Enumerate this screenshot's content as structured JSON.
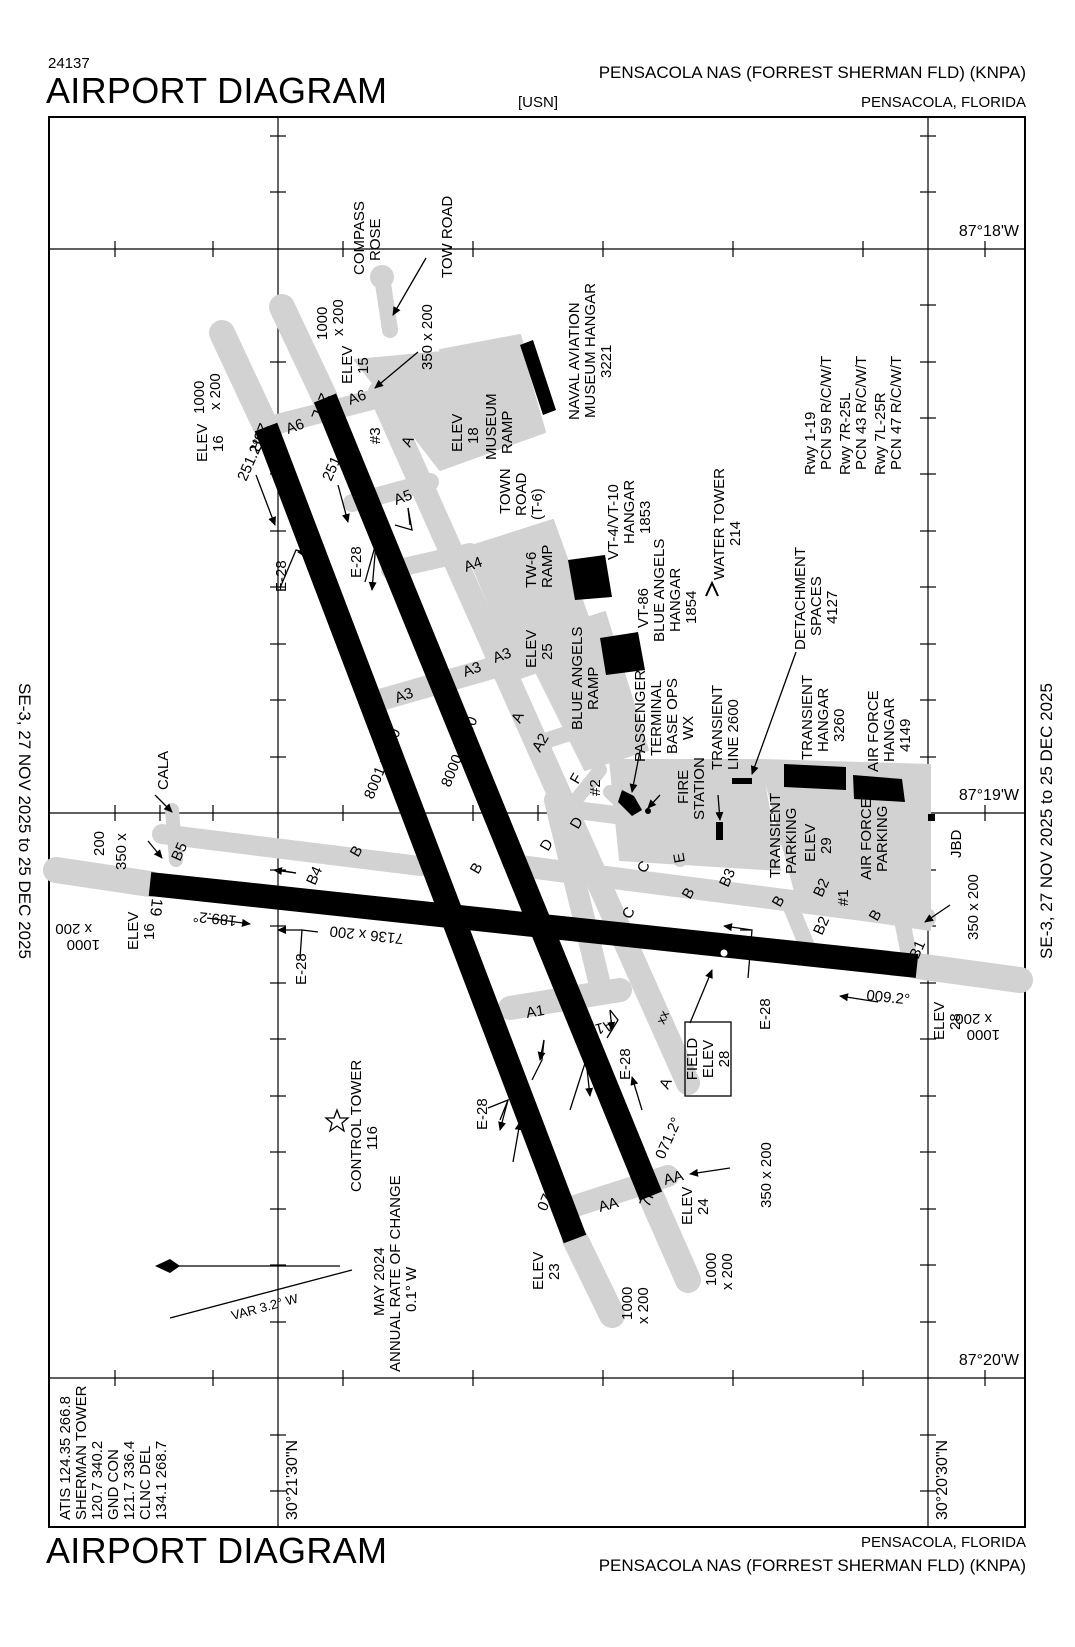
{
  "header": {
    "chart_number": "24137",
    "title": "AIRPORT DIAGRAM",
    "airport_name": "PENSACOLA NAS (FORREST SHERMAN FLD)  (KNPA)",
    "operator": "[USN]",
    "city": "PENSACOLA, FLORIDA"
  },
  "footer": {
    "title": "AIRPORT DIAGRAM",
    "city": "PENSACOLA, FLORIDA",
    "airport_name": "PENSACOLA NAS (FORREST SHERMAN FLD)  (KNPA)"
  },
  "side_labels": {
    "left": "SE-3,  27 NOV 2025  to  25 DEC 2025",
    "right": "SE-3,  27 NOV 2025  to  25 DEC 2025"
  },
  "coordinates": {
    "lon_top": "87°18'W",
    "lon_mid": "87°19'W",
    "lon_bot": "87°20'W",
    "lat_left": "30°21'30\"N",
    "lat_right": "30°20'30\"N"
  },
  "frequencies": [
    "ATIS  124.35  266.8",
    "SHERMAN TOWER",
    "120.7  340.2",
    "GND CON",
    "121.7  336.4",
    "CLNC DEL",
    "134.1  268.7"
  ],
  "pcn": [
    "Rwy 1-19",
    "PCN 59 R/C/W/T",
    "Rwy 7R-25L",
    "PCN 43 R/C/W/T",
    "Rwy 7L-25R",
    "PCN 47 R/C/W/T"
  ],
  "runways": {
    "rw_7l_25r": {
      "dims": "8001 x 200",
      "end_a": "7L",
      "end_b": "25R",
      "hdg_a": "071.2°",
      "hdg_b": "251.2°",
      "elev_a": [
        "ELEV",
        "23"
      ],
      "elev_b": [
        "ELEV",
        "16"
      ]
    },
    "rw_7r_25l": {
      "dims": "8000 x 200",
      "end_a": "7R",
      "end_b": "25L",
      "hdg_a": "071.2°",
      "hdg_b": "251.2°",
      "elev_a": [
        "ELEV",
        "24"
      ],
      "elev_b": [
        "ELEV",
        "15"
      ]
    },
    "rw_1_19": {
      "dims": "7136 x 200",
      "end_a": "1",
      "end_b": "19",
      "hdg_a": "009.2°",
      "hdg_b": "189.2°",
      "elev_a": [
        "ELEV",
        "28"
      ],
      "elev_b": [
        "ELEV",
        "16"
      ]
    }
  },
  "overruns": {
    "or_25r": [
      "1000",
      "x 200"
    ],
    "or_25l": [
      "1000",
      "x 200"
    ],
    "or_7l": [
      "1000",
      "x 200"
    ],
    "or_7r": [
      "1000",
      "x 200"
    ],
    "or_19": [
      "1000",
      "x 200"
    ],
    "or_1": [
      "1000",
      "x 200"
    ]
  },
  "labels": {
    "compass_rose": [
      "COMPASS",
      "ROSE"
    ],
    "tow_road": "TOW ROAD",
    "dim_350_top": "350 x 200",
    "dim_350_left": "350 x",
    "dim_200_left": "200",
    "dim_350_right": "350 x 200",
    "dim_350_bottom": "350 x 200",
    "cala": "CALA",
    "jbd": "JBD",
    "museum_ramp": [
      "ELEV",
      "18",
      "MUSEUM",
      "RAMP"
    ],
    "museum_hangar": [
      "NAVAL AVIATION",
      "MUSEUM HANGAR",
      "3221"
    ],
    "town_road": [
      "TOWN",
      "ROAD",
      "(T-6)"
    ],
    "tw6_ramp": [
      "TW-6",
      "RAMP"
    ],
    "vt4_hangar": [
      "VT-4/VT-10",
      "HANGAR",
      "1853"
    ],
    "water_tower": [
      "WATER TOWER",
      "214"
    ],
    "vt86_hangar": [
      "VT-86",
      "BLUE ANGELS",
      "HANGAR",
      "1854"
    ],
    "elev25": [
      "ELEV",
      "25"
    ],
    "blue_angels_ramp": [
      "BLUE ANGELS",
      "RAMP"
    ],
    "passenger_terminal": [
      "PASSENGER",
      "TERMINAL",
      "BASE OPS",
      "WX"
    ],
    "fire_station": [
      "FIRE",
      "STATION"
    ],
    "transient_line": [
      "TRANSIENT",
      "LINE 2600"
    ],
    "detachment": [
      "DETACHMENT",
      "SPACES",
      "4127"
    ],
    "transient_hangar": [
      "TRANSIENT",
      "HANGAR",
      "3260"
    ],
    "af_hangar": [
      "AIR FORCE",
      "HANGAR",
      "4149"
    ],
    "transient_parking": [
      "TRANSIENT",
      "PARKING"
    ],
    "elev29": [
      "ELEV",
      "29"
    ],
    "af_parking": [
      "AIR FORCE",
      "PARKING"
    ],
    "num1": "#1",
    "num2": "#2",
    "num3": "#3",
    "field_elev": [
      "FIELD",
      "ELEV",
      "28"
    ],
    "control_tower": [
      "CONTROL TOWER",
      "116"
    ],
    "mag_var": [
      "MAY 2024",
      "ANNUAL RATE OF CHANGE",
      "0.1° W"
    ],
    "var": "VAR 3.2° W",
    "e28": "E-28",
    "xx": "xx"
  },
  "taxiways": {
    "A": "A",
    "A1": "A1",
    "A2": "A2",
    "A3": "A3",
    "A4": "A4",
    "A5": "A5",
    "A6": "A6",
    "AA": "AA",
    "B": "B",
    "B1": "B1",
    "B2": "B2",
    "B3": "B3",
    "B4": "B4",
    "B5": "B5",
    "C": "C",
    "D": "D",
    "E": "E",
    "F": "F"
  }
}
